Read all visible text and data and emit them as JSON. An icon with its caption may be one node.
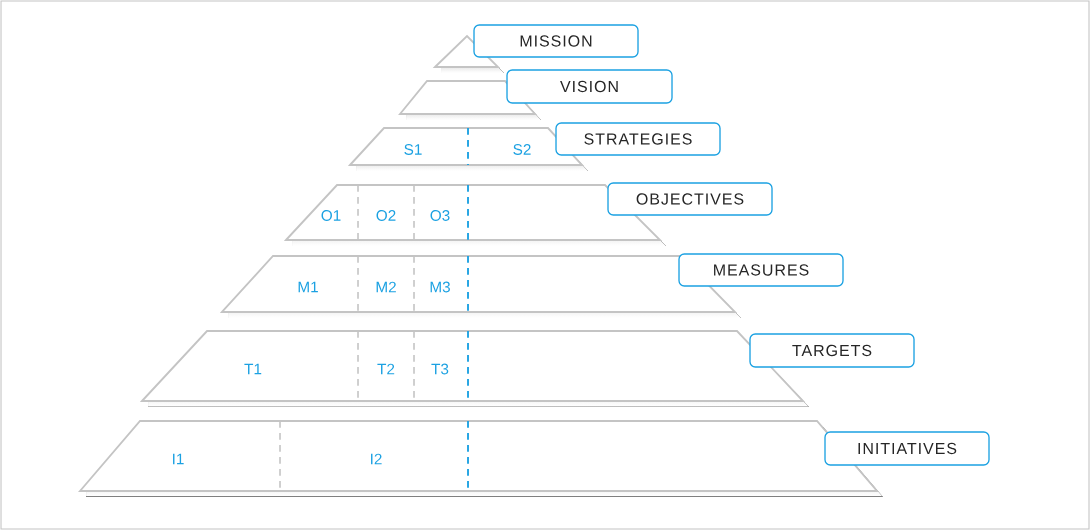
{
  "diagram": {
    "nodes": [
      {
        "text": [],
        "shape": "triangle"
      },
      {
        "text": [
          "MISSION"
        ]
      },
      {
        "text": [],
        "shape": "trapezoid"
      },
      {
        "text": [
          "VISION"
        ]
      },
      {
        "text": [
          "S1",
          "S2"
        ]
      },
      {
        "text": [
          "STRATEGIES"
        ]
      },
      {
        "text": [
          "O1",
          "O2",
          "O3"
        ]
      },
      {
        "text": [
          "OBJECTIVES"
        ]
      },
      {
        "text": [
          "M1",
          "M2",
          "M3"
        ]
      },
      {
        "text": [
          "MEASURES"
        ]
      },
      {
        "text": [
          "T1",
          "T2",
          "T3"
        ]
      },
      {
        "text": [
          "TARGETS"
        ]
      },
      {
        "text": [
          "I1",
          "I2"
        ]
      },
      {
        "text": [
          "INITIATIVES"
        ]
      }
    ]
  }
}
